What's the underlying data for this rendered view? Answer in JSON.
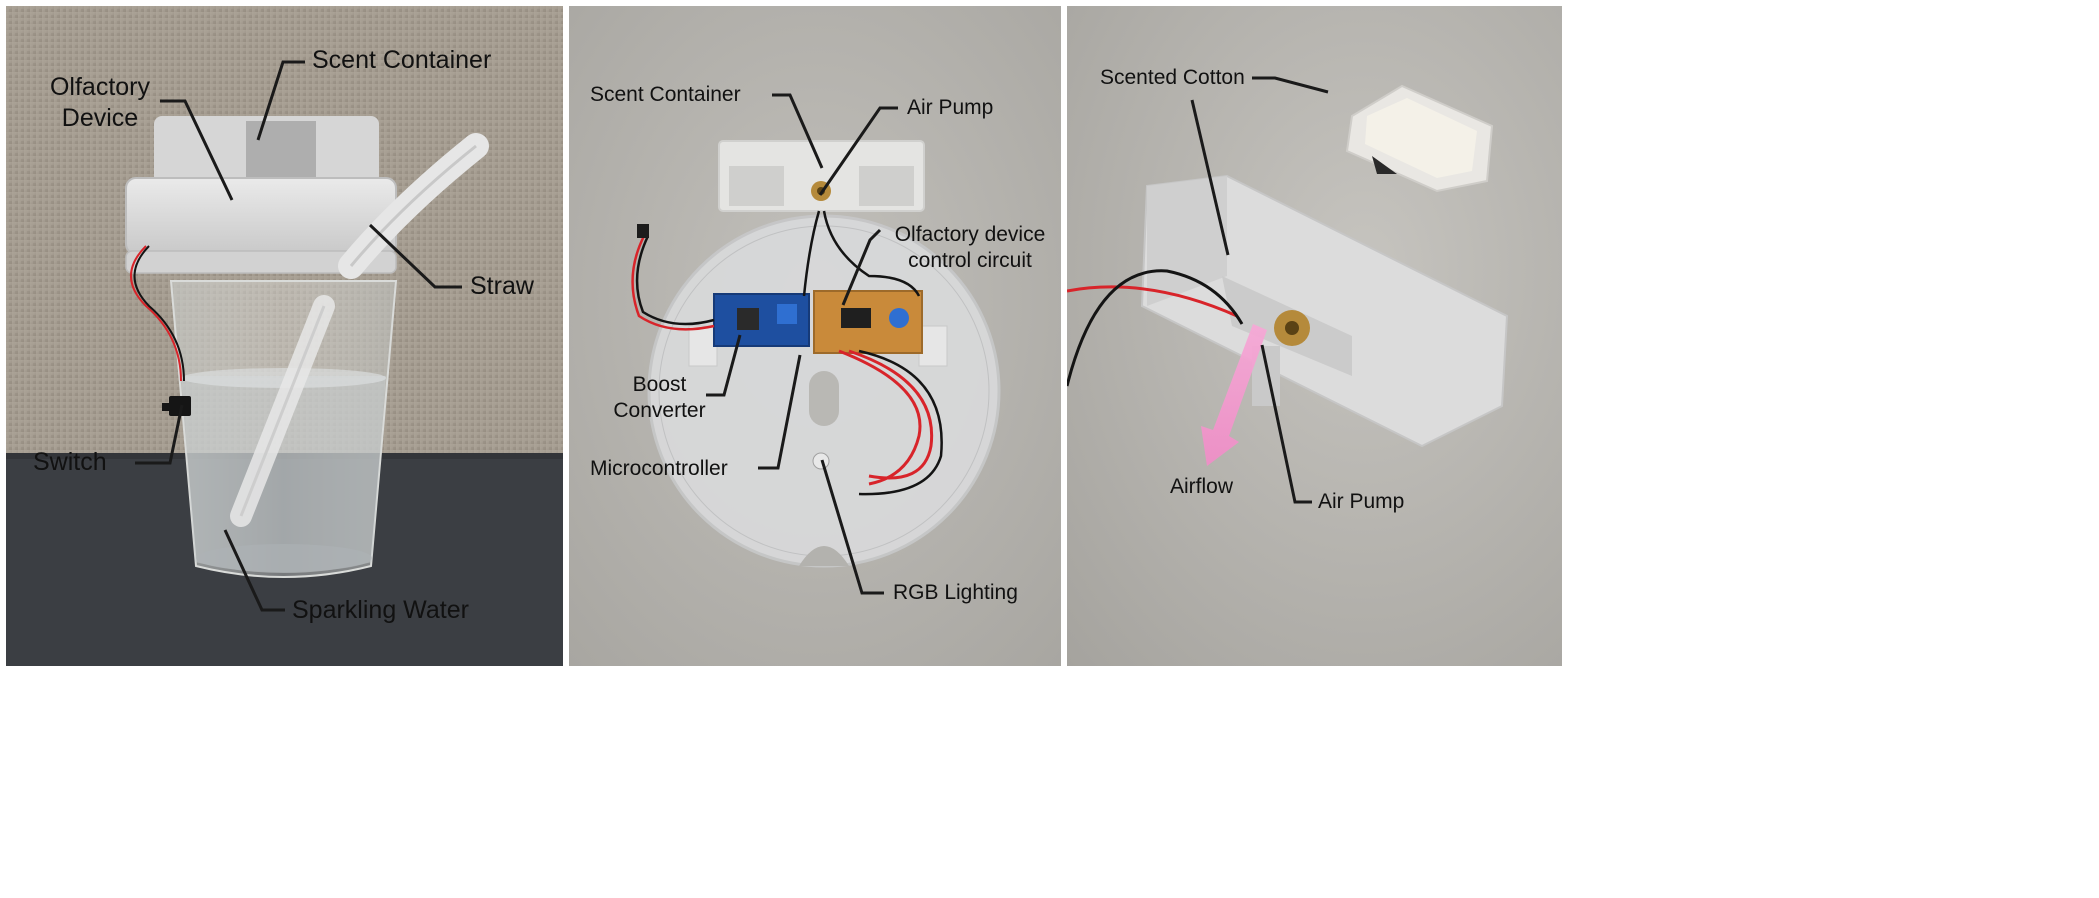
{
  "panels": [
    {
      "id": "device-on-cup",
      "labels": {
        "scent_container": "Scent Container",
        "olfactory_device": "Olfactory Device",
        "straw": "Straw",
        "switch": "Switch",
        "sparkling_water": "Sparkling Water"
      }
    },
    {
      "id": "internal-components",
      "labels": {
        "scent_container": "Scent Container",
        "air_pump": "Air Pump",
        "olfactory_device_control_circuit": "Olfactory device control circuit",
        "boost_converter": "Boost Converter",
        "microcontroller": "Microcontroller",
        "rgb_lighting": "RGB Lighting"
      }
    },
    {
      "id": "scent-container-detail",
      "labels": {
        "scented_cotton": "Scented Cotton",
        "airflow": "Airflow",
        "air_pump": "Air Pump"
      }
    }
  ],
  "colors": {
    "label_text": "#111111",
    "leader_line": "#1a1a1a",
    "airflow_arrow": "#f28cc8",
    "wall_fabric": "#a39a8e",
    "table_dark": "#3b3e43",
    "concrete": "#b5b3ae",
    "pcb_blue": "#1e4fa0",
    "pcb_proto": "#c98a3a",
    "wire_red": "#d8242a",
    "wire_black": "#141414"
  }
}
